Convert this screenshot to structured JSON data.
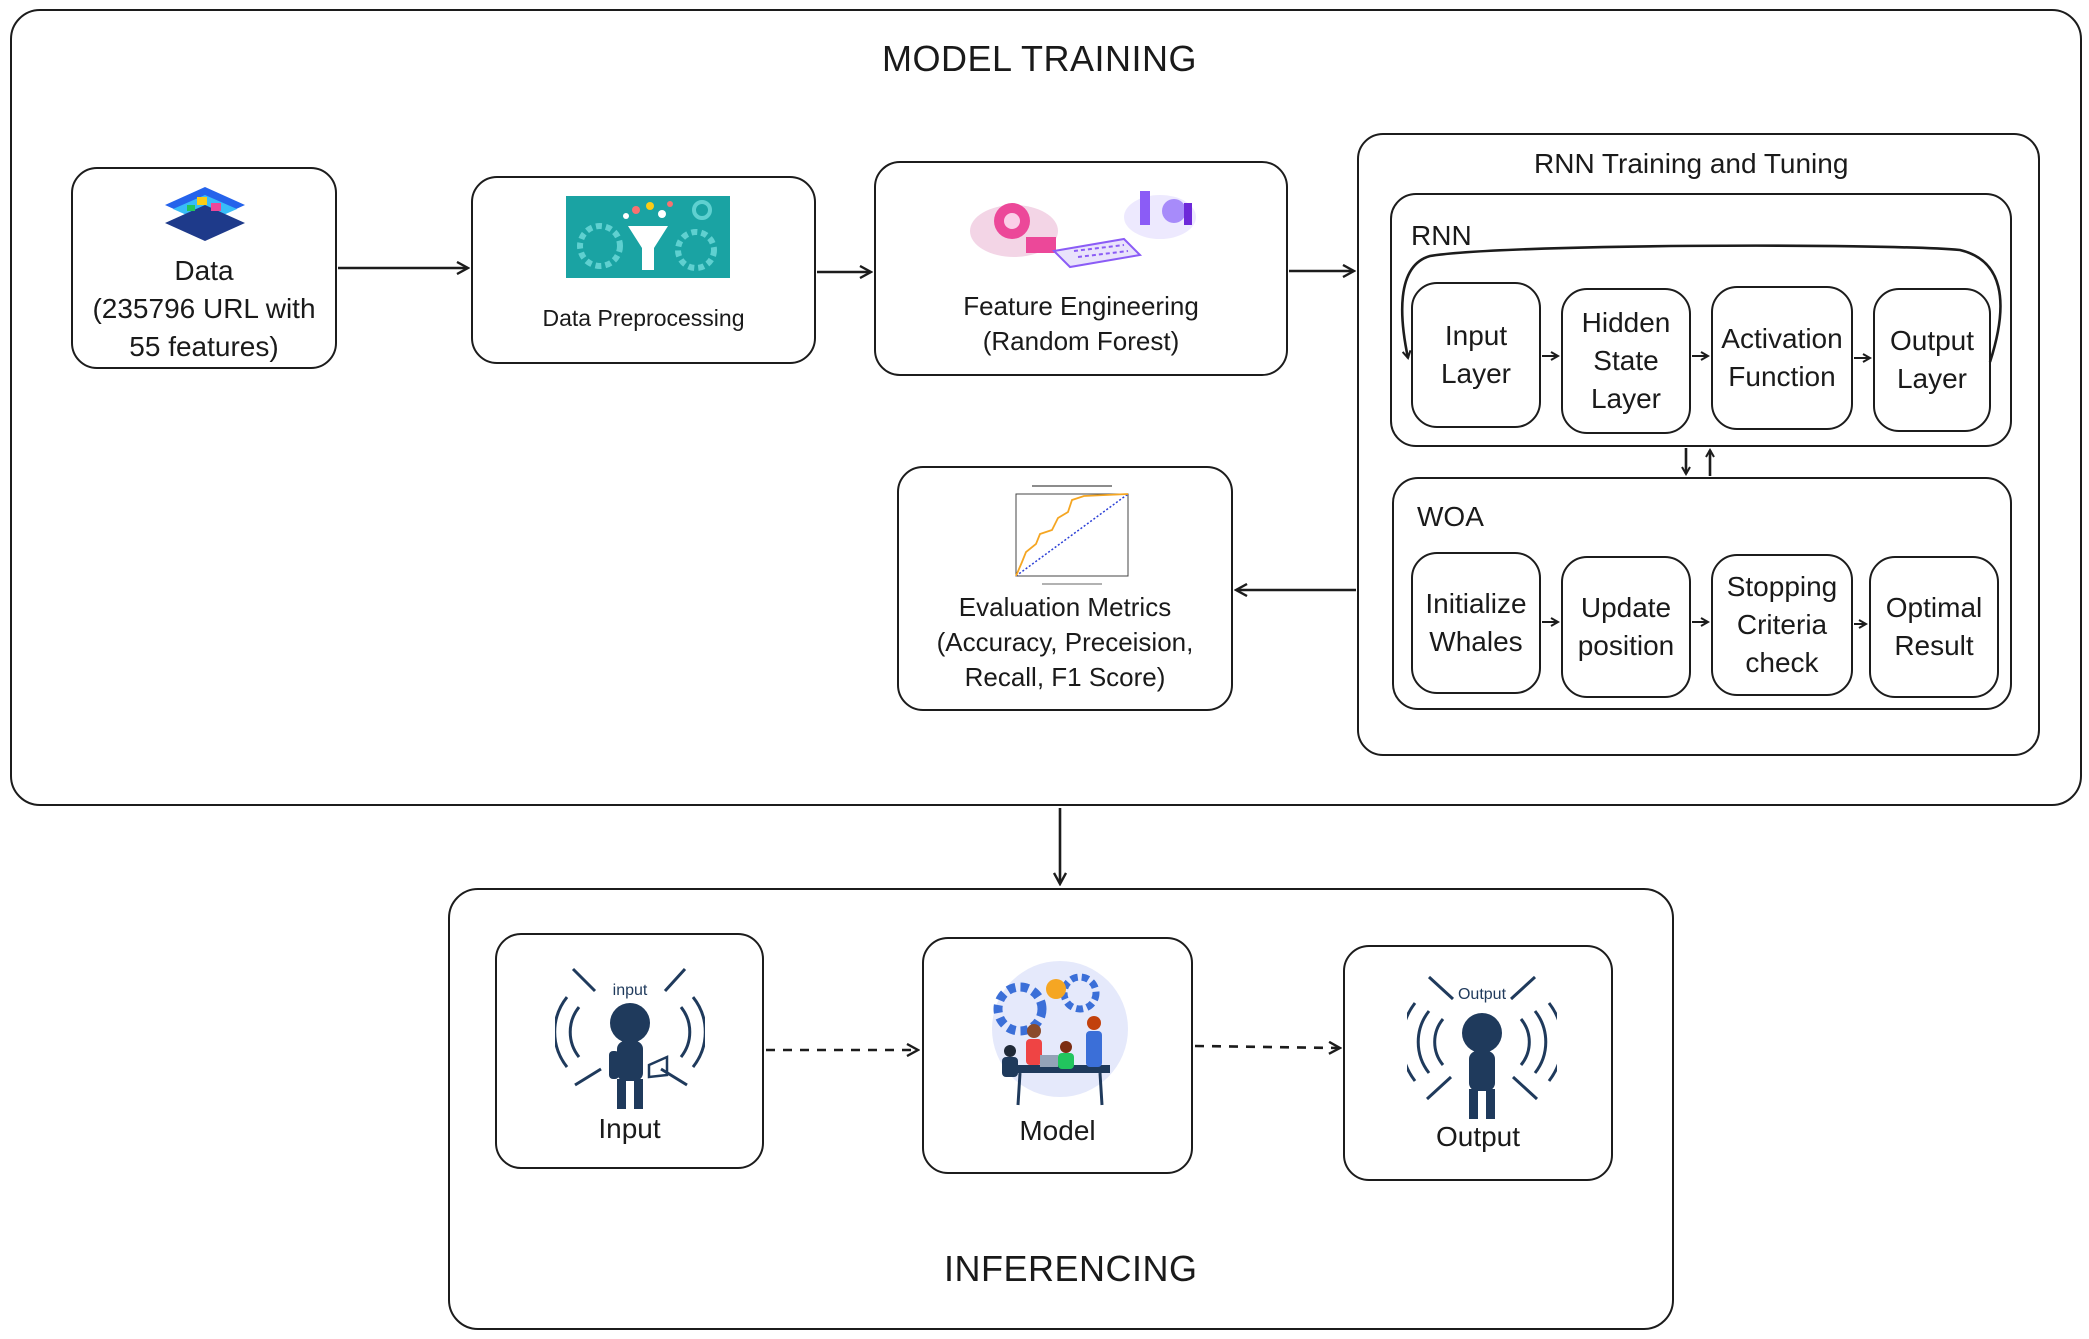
{
  "sections": {
    "training_title": "MODEL TRAINING",
    "inferencing_title": "INFERENCING"
  },
  "pipeline": {
    "data_title": "Data",
    "data_line2": "(235796 URL with",
    "data_line3": "55 features)",
    "preprocessing": "Data Preprocessing",
    "feature_line1": "Feature Engineering",
    "feature_line2": "(Random Forest)",
    "eval_line1": "Evaluation Metrics",
    "eval_line2": "(Accuracy, Preceision,",
    "eval_line3": "Recall, F1 Score)"
  },
  "rnn_panel": {
    "title": "RNN Training and Tuning",
    "rnn_label": "RNN",
    "woa_label": "WOA",
    "rnn_cells": [
      {
        "l1": "Input",
        "l2": "Layer",
        "l3": ""
      },
      {
        "l1": "Hidden",
        "l2": "State",
        "l3": "Layer"
      },
      {
        "l1": "Activation",
        "l2": "Function",
        "l3": ""
      },
      {
        "l1": "Output",
        "l2": "Layer",
        "l3": ""
      }
    ],
    "woa_cells": [
      {
        "l1": "Initialize",
        "l2": "Whales",
        "l3": ""
      },
      {
        "l1": "Update",
        "l2": "position",
        "l3": ""
      },
      {
        "l1": "Stopping",
        "l2": "Criteria",
        "l3": "check"
      },
      {
        "l1": "Optimal",
        "l2": "Result",
        "l3": ""
      }
    ]
  },
  "inference": {
    "input_label": "Input",
    "input_figure_text": "input",
    "model_label": "Model",
    "output_label": "Output",
    "output_figure_text": "Output"
  },
  "colors": {
    "stroke": "#1c1c1c",
    "figure": "#1f3a5c",
    "teal": "#1aa3a3",
    "orange": "#f5a623",
    "purple": "#8b5cf6",
    "pink": "#ec4899"
  }
}
